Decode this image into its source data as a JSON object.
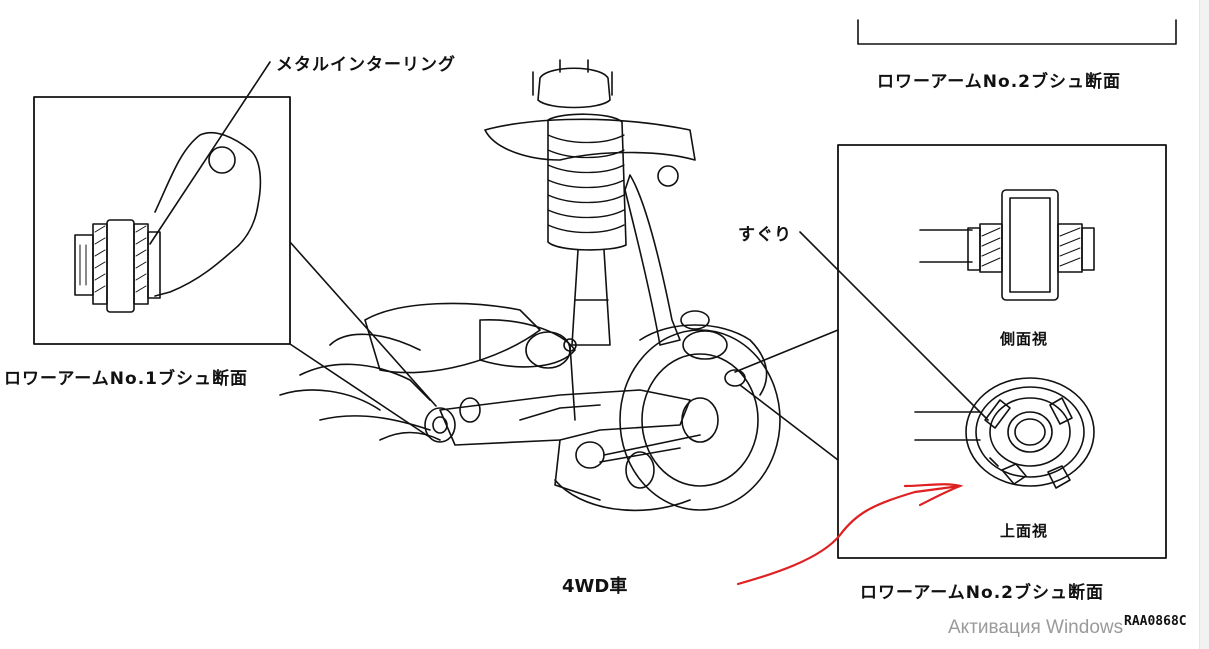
{
  "labels": {
    "metal_interlining": "メタルインターリング",
    "lower_arm_no2_top": "ロワーアームNo.2ブシュ断面",
    "lower_arm_no1": "ロワーアームNo.1ブシュ断面",
    "suguri": "すぐり",
    "side_view": "側面視",
    "top_view": "上面視",
    "lower_arm_no2_bottom": "ロワーアームNo.2ブシュ断面",
    "vehicle": "4WD車",
    "figure_code": "RAA0868C"
  },
  "watermark": {
    "line1": "Активация Windows"
  },
  "annotation": {
    "arrow_color": "#e02020"
  }
}
